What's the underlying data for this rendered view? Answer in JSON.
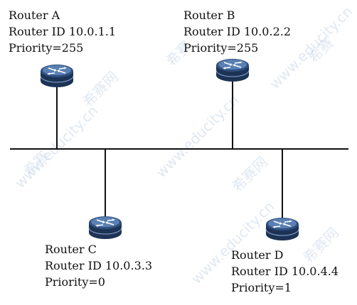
{
  "watermark": {
    "site": "www.educity.cn",
    "brand": "希赛网",
    "mark": "希赛"
  },
  "routers": [
    {
      "name": "Router A",
      "router_id": "Router ID 10.0.1.1",
      "priority": "Priority=255"
    },
    {
      "name": "Router B",
      "router_id": "Router ID 10.0.2.2",
      "priority": "Priority=255"
    },
    {
      "name": "Router C",
      "router_id": "Router ID 10.0.3.3",
      "priority": "Priority=0"
    },
    {
      "name": "Router D",
      "router_id": "Router ID 10.0.4.4",
      "priority": "Priority=1"
    }
  ],
  "colors": {
    "router_body": "#2f4f7f",
    "router_dark": "#1c3355",
    "router_top": "#5a80b3",
    "line": "#111111",
    "watermark": "#c8d7e8"
  }
}
